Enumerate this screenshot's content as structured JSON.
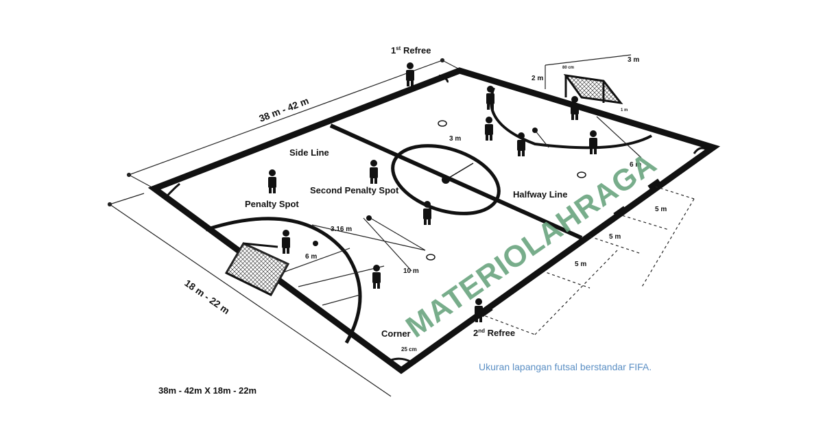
{
  "labels": {
    "referee1": "1",
    "referee1_sup": "st",
    "referee1_word": " Refree",
    "referee2": "2",
    "referee2_sup": "nd",
    "referee2_word": " Refree",
    "length_range": "38 m - 42 m",
    "width_range": "18 m - 22 m",
    "side_line": "Side Line",
    "second_penalty_spot": "Second Penalty Spot",
    "penalty_spot": "Penalty Spot",
    "halfway_line": "Halfway Line",
    "corner": "Corner",
    "corner_size": "25 cm",
    "center_radius": "3 m",
    "penalty_arc_near": "6 m",
    "penalty_arc_far": "6 m",
    "penalty_dist": "3.16 m",
    "second_penalty_dist": "10 m",
    "goal_height": "2 m",
    "goal_depth": "3 m",
    "goal_width_small": "80 cm",
    "goal_side_small": "1 m",
    "sub_zone_1": "5 m",
    "sub_zone_2": "5 m",
    "sub_zone_3": "5 m",
    "dimensions": "38m - 42m X 18m - 22m"
  },
  "caption": "Ukuran lapangan futsal berstandar FIFA.",
  "watermark": "MATERIOLAHRAGA",
  "colors": {
    "line": "#111111",
    "caption": "#5b8fc4",
    "watermark": "#6aa57f"
  }
}
